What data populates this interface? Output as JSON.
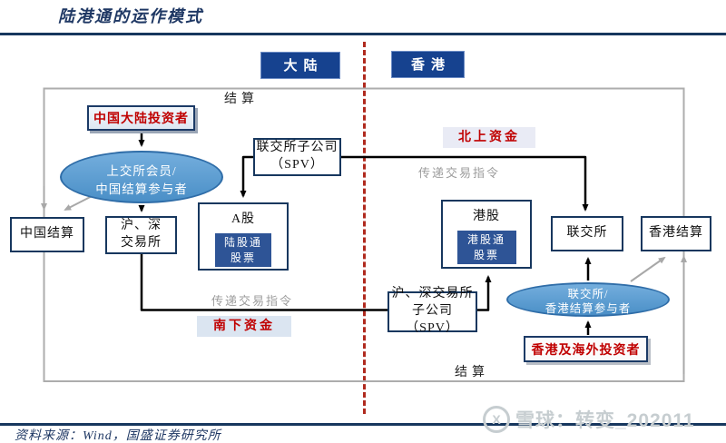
{
  "title": "陆港通的运作模式",
  "headers": {
    "mainland": "大陆",
    "hongkong": "香港"
  },
  "labels": {
    "settlement_top": "结算",
    "settlement_bottom": "结算",
    "northbound_funds": "北上资金",
    "southbound_funds": "南下资金",
    "transmit_orders_top": "传递交易指令",
    "transmit_orders_bottom": "传递交易指令"
  },
  "nodes": {
    "mainland_investor": {
      "label": "中国大陆投资者"
    },
    "sse_participant": {
      "line1": "上交所会员/",
      "line2": "中国结算参与者"
    },
    "china_clearing": {
      "label": "中国结算"
    },
    "sh_sz_exchange": {
      "line1": "沪、深",
      "line2": "交易所"
    },
    "hkex_spv": {
      "line1": "联交所子公司",
      "line2": "（SPV）"
    },
    "a_share": {
      "label": "A股",
      "inner_line1": "陆股通",
      "inner_line2": "股票"
    },
    "h_share": {
      "label": "港股",
      "inner_line1": "港股通",
      "inner_line2": "股票"
    },
    "hkex": {
      "label": "联交所"
    },
    "hk_clearing": {
      "label": "香港结算"
    },
    "sh_sz_spv": {
      "line1": "沪、深交易所",
      "line2": "子公司（SPV）"
    },
    "hkex_participant": {
      "line1": "联交所/",
      "line2": "香港结算参与者"
    },
    "hk_overseas_investor": {
      "label": "香港及海外投资者"
    }
  },
  "footer": {
    "source": "资料来源：Wind，国盛证券研究所"
  },
  "watermark": {
    "logo": "X",
    "text": "雪球：转变_202011"
  },
  "colors": {
    "header_bg": "#16428f",
    "ellipse_bg": "#5b9bd5",
    "inner_box_bg": "#2e5496",
    "red_text": "#c00000",
    "dashed_divider": "#b02a1e",
    "separator_navy": "#17375e",
    "frame_gray": "#ababab",
    "gray_label": "#9c9c9c"
  }
}
